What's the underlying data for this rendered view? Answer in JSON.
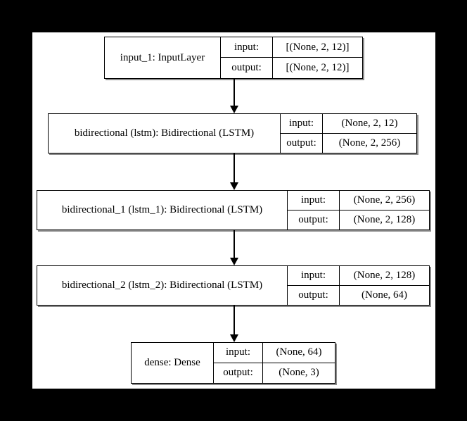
{
  "diagram": {
    "title": "Keras model architecture plot",
    "background_color": "#000000",
    "canvas_color": "#ffffff",
    "line_color": "#000000",
    "io_keys": {
      "input": "input:",
      "output": "output:"
    },
    "nodes": [
      {
        "id": "input_1",
        "label": "input_1: InputLayer",
        "input_key": "input:",
        "input_shape": "[(None, 2, 12)]",
        "output_key": "output:",
        "output_shape": "[(None, 2, 12)]"
      },
      {
        "id": "bidirectional",
        "label": "bidirectional (lstm): Bidirectional (LSTM)",
        "input_key": "input:",
        "input_shape": "(None, 2, 12)",
        "output_key": "output:",
        "output_shape": "(None, 2, 256)"
      },
      {
        "id": "bidirectional_1",
        "label": "bidirectional_1 (lstm_1): Bidirectional (LSTM)",
        "input_key": "input:",
        "input_shape": "(None, 2, 256)",
        "output_key": "output:",
        "output_shape": "(None, 2, 128)"
      },
      {
        "id": "bidirectional_2",
        "label": "bidirectional_2 (lstm_2): Bidirectional (LSTM)",
        "input_key": "input:",
        "input_shape": "(None, 2, 128)",
        "output_key": "output:",
        "output_shape": "(None, 64)"
      },
      {
        "id": "dense",
        "label": "dense: Dense",
        "input_key": "input:",
        "input_shape": "(None, 64)",
        "output_key": "output:",
        "output_shape": "(None, 3)"
      }
    ],
    "edges": [
      {
        "from": "input_1",
        "to": "bidirectional"
      },
      {
        "from": "bidirectional",
        "to": "bidirectional_1"
      },
      {
        "from": "bidirectional_1",
        "to": "bidirectional_2"
      },
      {
        "from": "bidirectional_2",
        "to": "dense"
      }
    ]
  }
}
